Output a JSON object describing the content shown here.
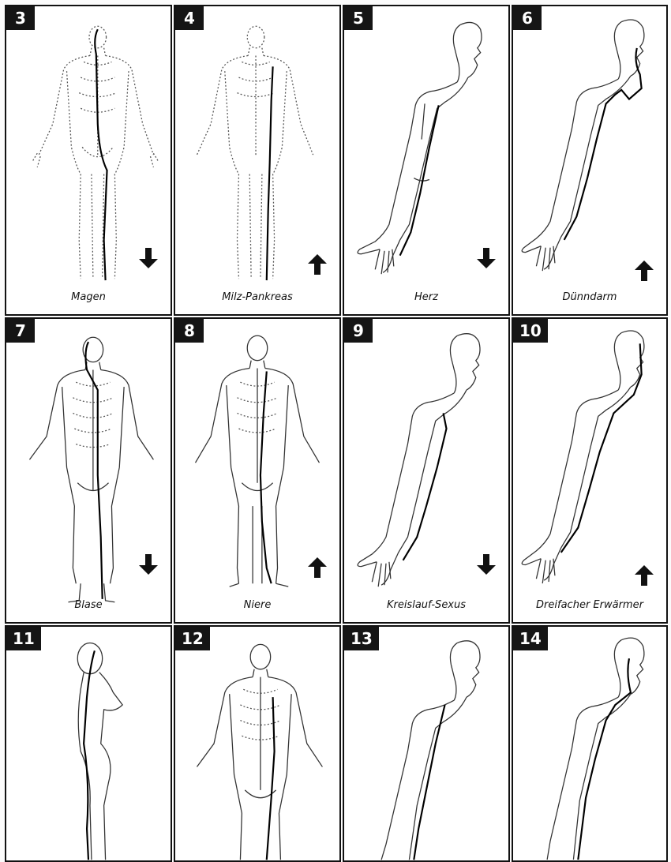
{
  "panels": [
    {
      "number": "3",
      "caption": "Magen",
      "arrow": "down",
      "figure": "front-body"
    },
    {
      "number": "4",
      "caption": "Milz-Pankreas",
      "arrow": "up",
      "figure": "front-body"
    },
    {
      "number": "5",
      "caption": "Herz",
      "arrow": "down",
      "figure": "arm"
    },
    {
      "number": "6",
      "caption": "Dünndarm",
      "arrow": "up",
      "figure": "arm"
    },
    {
      "number": "7",
      "caption": "Blase",
      "arrow": "down",
      "figure": "back-body"
    },
    {
      "number": "8",
      "caption": "Niere",
      "arrow": "up",
      "figure": "front-body"
    },
    {
      "number": "9",
      "caption": "Kreislauf-Sexus",
      "arrow": "down",
      "figure": "arm"
    },
    {
      "number": "10",
      "caption": "Dreifacher Erwärmer",
      "arrow": "up",
      "figure": "arm"
    },
    {
      "number": "11",
      "caption": "",
      "arrow": "",
      "figure": "side-body"
    },
    {
      "number": "12",
      "caption": "",
      "arrow": "",
      "figure": "front-body"
    },
    {
      "number": "13",
      "caption": "",
      "arrow": "",
      "figure": "arm"
    },
    {
      "number": "14",
      "caption": "",
      "arrow": "",
      "figure": "arm"
    }
  ]
}
